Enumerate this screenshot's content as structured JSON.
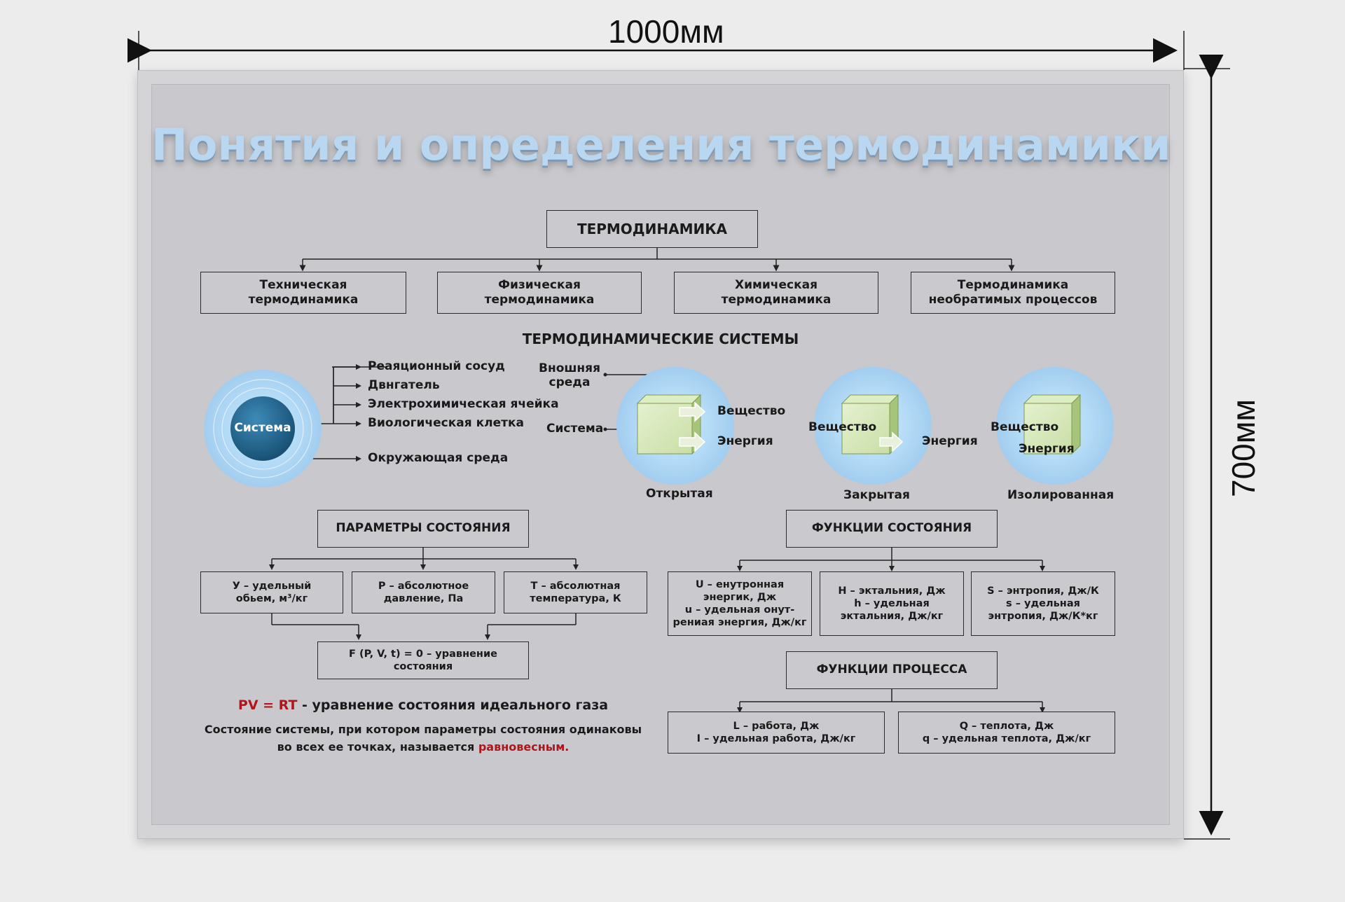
{
  "dimensions": {
    "width_label": "1000мм",
    "height_label": "700мм"
  },
  "poster": {
    "title": "Понятия и определения термодинамики",
    "root": "ТЕРМОДИНАМИКА",
    "branches": [
      "Техническая\nтермодинамика",
      "Физическая\nтермодинамика",
      "Химическая\nтермодинамика",
      "Термодинамика\nнеобратимых процессов"
    ],
    "systems": {
      "heading": "ТЕРМОДИНАМИЧЕСКИЕ СИСТЕМЫ",
      "sphere_label": "Система",
      "examples": [
        "Реаяционный сосуд",
        "Двнгатель",
        "Электрохимическая ячейка",
        "Виологическая клетка"
      ],
      "environment": "Окружающая среда",
      "outer_env": "Вношняя\nсреда",
      "system_label": "Система",
      "substance": "Вещество",
      "energy": "Энергия",
      "types": [
        "Открытая",
        "Закрытая",
        "Изолированная"
      ]
    },
    "params": {
      "heading": "ПАРАМЕТРЫ СОСТОЯНИЯ",
      "items": [
        "У – удельный\nобьем, м³/кг",
        "Р – абсолютное\nдавление, Па",
        "Т – абсолютная\nтемпература, К"
      ],
      "equation": "F (P, V, t) = 0 – уравнение\nсостояния"
    },
    "state_functions": {
      "heading": "ФУНКЦИИ СОСТОЯНИЯ",
      "items": [
        "U – енутронная\nэнергик, Дж\nu – удельная онут-\nрениая энергия, Дж/кг",
        "Н – эктальния, Дж\nh – удельная\nэктальния, Дж/кг",
        "S – энтропия, Дж/К\ns – удельная\nэнтропия, Дж/К*кг"
      ]
    },
    "process_functions": {
      "heading": "ФУНКЦИИ ПРОЦЕССА",
      "items": [
        "L – работа, Дж\nI – удельная работа, Дж/кг",
        "Q – теплота, Дж\nq – удельная теплота, Дж/кг"
      ]
    },
    "ideal_gas": {
      "formula": "PV = RT",
      "text": " - уравнение состояния идеального газа"
    },
    "equilibrium": {
      "line1": "Состояние системы, при котором параметры состояния одинаковы",
      "line2_prefix": "во всех ее точках, называется ",
      "line2_highlight": "равновесным."
    }
  },
  "colors": {
    "accent_red": "#b0151b",
    "sphere": "#1f6a94",
    "cube": "#d3e6b4",
    "halo": "#a9d4f2"
  }
}
